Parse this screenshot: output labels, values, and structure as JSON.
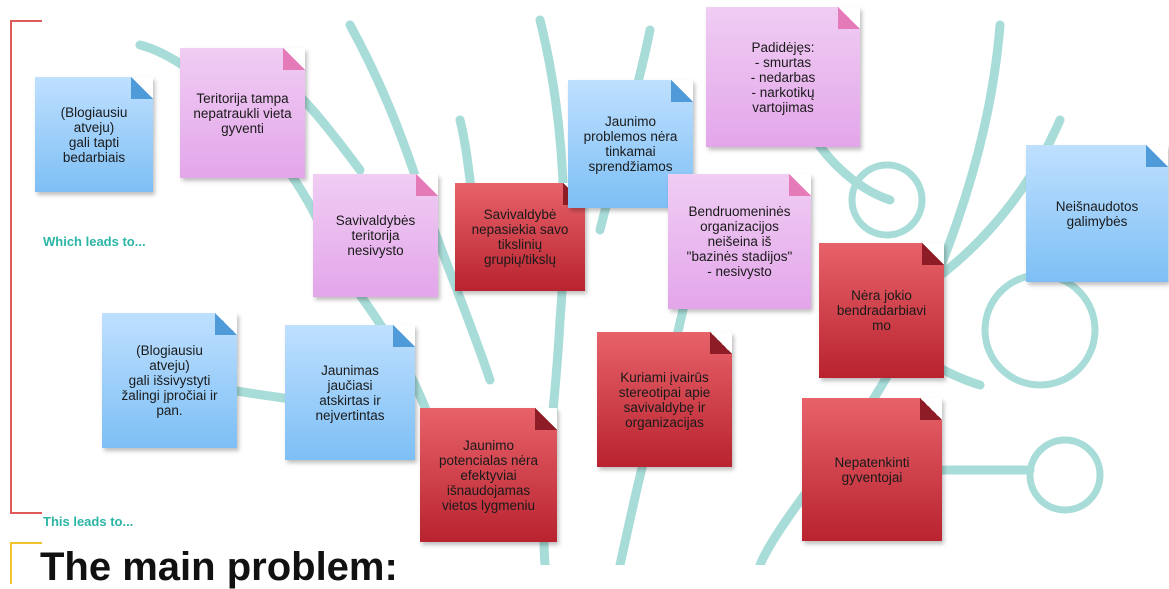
{
  "labels": {
    "which_leads_to": "Which leads to...",
    "this_leads_to": "This leads to...",
    "main_problem": "The main problem:"
  },
  "notes": {
    "blogiausiu_bedarbiais": "(Blogiausiu\natveju)\ngali tapti\nbedarbiais",
    "teritorija_tampa": "Teritorija tampa\nnepatraukli vieta\ngyventi",
    "savivaldybes_teritorija": "Savivaldybės\nteritorija\nnesivysto",
    "savivaldybe_nepasiekia": "Savivaldybė\nnepasiekia savo\ntikslinių\ngrupių/tikslų",
    "jaunimo_problemos": "Jaunimo\nproblemos nėra\ntinkamai\nsprendžiamos",
    "padidejes": "Padidėjęs:\n- smurtas\n- nedarbas\n- narkotikų\nvartojimas",
    "bendruomenines": "Bendruomeninės\norganizacijos\nneišeina iš\n\"bazinės stadijos\"\n- nesivysto",
    "neisnaudotos": "Neišnaudotos\ngalimybės",
    "nera_jokio": "Nėra jokio\nbendradarbiavi\nmo",
    "blogiausiu_zalingi": "(Blogiausiu\natveju)\ngali išsivystyti\nžalingi įpročiai ir\npan.",
    "jaunimas_jauciasi": "Jaunimas\njaučiasi\natskirtas ir\nnejvertintas",
    "jaunimo_potencialas": "Jaunimo\npotencialas nėra\nefektyviai\nišnaudojamas\nvietos lygmeniu",
    "kuriami_stereotipai": "Kuriami įvairūs\nstereotipai apie\nsavivaldybę ir\norganizacijas",
    "nepatenkinti": "Nepatenkinti\ngyventojai"
  },
  "colors": {
    "tree": "#a8dcd8",
    "label_teal": "#2bb5a5",
    "note_blue": "#7dbff5",
    "note_pink": "#e3a6ea",
    "note_red": "#b8232f",
    "bracket_red": "#e05a5a",
    "bracket_yellow": "#f2c230"
  }
}
